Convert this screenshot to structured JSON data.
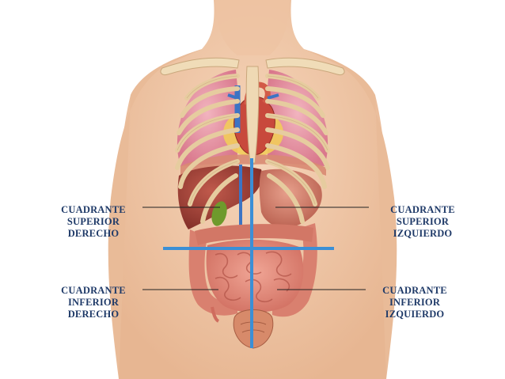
{
  "quadrants": {
    "superior_derecho": {
      "line1": "CUADRANTE",
      "line2": "SUPERIOR",
      "line3": "DERECHO"
    },
    "superior_izquierdo": {
      "line1": "CUADRANTE",
      "line2": "SUPERIOR",
      "line3": "IZQUIERDO"
    },
    "inferior_derecho": {
      "line1": "CUADRANTE",
      "line2": "INFERIOR",
      "line3": "DERECHO"
    },
    "inferior_izquierdo": {
      "line1": "CUADRANTE",
      "line2": "INFERIOR",
      "line3": "IZQUIERDO"
    }
  },
  "colors": {
    "label_text": "#1f3a68",
    "divider_lines": "#3b8fd6",
    "leader_lines": "#222222",
    "skin": "#f1c9a8",
    "bone": "#efd9b4",
    "lung": "#e99aa8",
    "liver": "#a8433a",
    "intestine": "#e3897a",
    "heart": "#c8493c",
    "fat": "#f2cc5a",
    "gallbladder": "#6e9a2c",
    "vein": "#3c74c4"
  }
}
